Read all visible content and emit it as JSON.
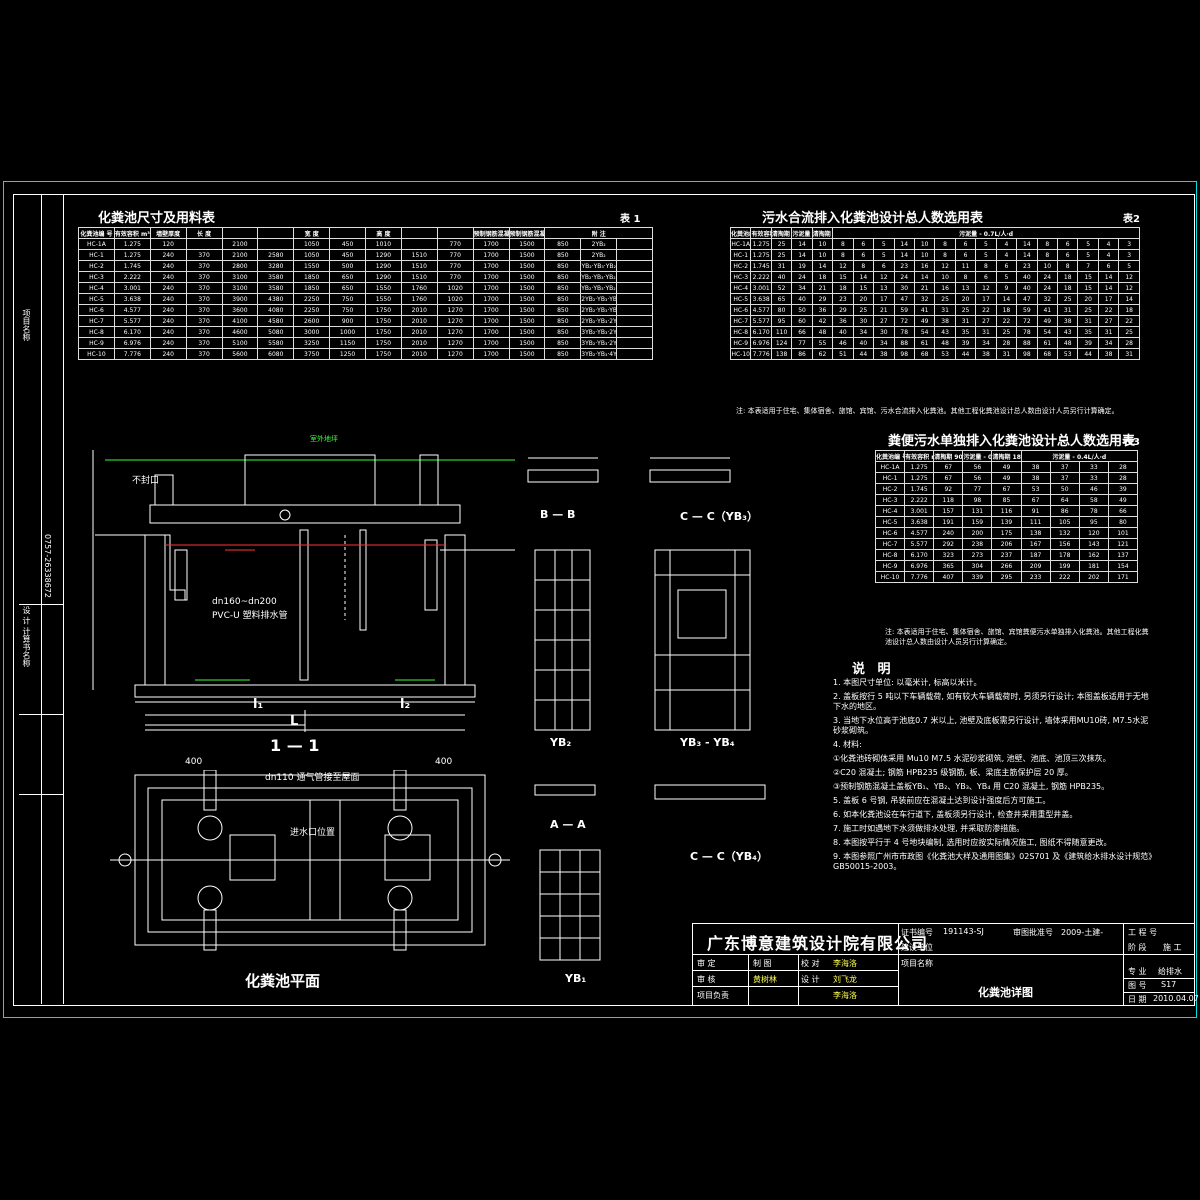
{
  "sidebar": {
    "phone": "0757-26338672",
    "label1": "项目名称",
    "label2": "设 计 计算书名称"
  },
  "tables": {
    "t1": {
      "title": "化粪池尺寸及用料表",
      "tag": "表 1",
      "headers": [
        "化粪池编 号",
        "有效容积 m³",
        "墙壁厚度",
        "长 度",
        "",
        "",
        "宽 度",
        "",
        "高 度",
        "",
        "",
        "预制钢筋混凝土盖(梁)板",
        "预制钢筋混凝土盖板排列次序(入口由出口排列)",
        "附 注"
      ],
      "rows": [
        [
          "HC-1A",
          "1.275",
          "120",
          "",
          "2100",
          "",
          "1050",
          "450",
          "1010",
          "",
          "770",
          "1700",
          "1500",
          "850",
          "2YB₂",
          ""
        ],
        [
          "HC-1",
          "1.275",
          "240",
          "370",
          "2100",
          "2580",
          "1050",
          "450",
          "1290",
          "1510",
          "770",
          "1700",
          "1500",
          "850",
          "2YB₂",
          ""
        ],
        [
          "HC-2",
          "1.745",
          "240",
          "370",
          "2800",
          "3280",
          "1550",
          "500",
          "1290",
          "1510",
          "770",
          "1700",
          "1500",
          "850",
          "YB₂·YB₃·YB₂",
          ""
        ],
        [
          "HC-3",
          "2.222",
          "240",
          "370",
          "3100",
          "3580",
          "1850",
          "650",
          "1290",
          "1510",
          "770",
          "1700",
          "1500",
          "850",
          "YB₂·YB₃·YB₂·YB₂",
          ""
        ],
        [
          "HC-4",
          "3.001",
          "240",
          "370",
          "3100",
          "3580",
          "1850",
          "650",
          "1550",
          "1760",
          "1020",
          "1700",
          "1500",
          "850",
          "YB₂·YB₃·YB₂·YB₂",
          ""
        ],
        [
          "HC-5",
          "3.638",
          "240",
          "370",
          "3900",
          "4380",
          "2250",
          "750",
          "1550",
          "1760",
          "1020",
          "1700",
          "1500",
          "850",
          "2YB₂·YB₃·YB₂·YB₂",
          ""
        ],
        [
          "HC-6",
          "4.577",
          "240",
          "370",
          "3600",
          "4080",
          "2250",
          "750",
          "1750",
          "2010",
          "1270",
          "1700",
          "1500",
          "850",
          "2YB₂·YB₃·YB₂·YB₂",
          ""
        ],
        [
          "HC-7",
          "5.577",
          "240",
          "370",
          "4100",
          "4580",
          "2600",
          "900",
          "1750",
          "2010",
          "1270",
          "1700",
          "1500",
          "850",
          "2YB₂·YB₃·2YB₂·YB₂",
          ""
        ],
        [
          "HC-8",
          "6.170",
          "240",
          "370",
          "4600",
          "5080",
          "3000",
          "1000",
          "1750",
          "2010",
          "1270",
          "1700",
          "1500",
          "850",
          "3YB₂·YB₃·2YB₂·YB₂",
          ""
        ],
        [
          "HC-9",
          "6.976",
          "240",
          "370",
          "5100",
          "5580",
          "3250",
          "1150",
          "1750",
          "2010",
          "1270",
          "1700",
          "1500",
          "850",
          "3YB₂·YB₃·2YB₂·YB₂",
          ""
        ],
        [
          "HC-10",
          "7.776",
          "240",
          "370",
          "5600",
          "6080",
          "3750",
          "1250",
          "1750",
          "2010",
          "1270",
          "1700",
          "1500",
          "850",
          "3YB₂·YB₃·4YB₂·YB₂",
          ""
        ]
      ]
    },
    "t2": {
      "title": "污水合流排入化粪池设计总人数选用表",
      "tag": "表2",
      "headers": [
        "化粪池编 号",
        "有效容积 m³",
        "清掏期 90d",
        "污泥量 - 0.7L/人·d",
        "清掏期 180d",
        "污泥量 - 0.7L/人·d"
      ],
      "rows": [
        [
          "HC-1A",
          "1.275",
          "25",
          "14",
          "10",
          "8",
          "6",
          "5",
          "14",
          "10",
          "8",
          "6",
          "5",
          "4",
          "14",
          "8",
          "6",
          "5",
          "4",
          "3"
        ],
        [
          "HC-1",
          "1.275",
          "25",
          "14",
          "10",
          "8",
          "6",
          "5",
          "14",
          "10",
          "8",
          "6",
          "5",
          "4",
          "14",
          "8",
          "6",
          "5",
          "4",
          "3"
        ],
        [
          "HC-2",
          "1.745",
          "31",
          "19",
          "14",
          "12",
          "8",
          "6",
          "23",
          "16",
          "12",
          "11",
          "8",
          "6",
          "23",
          "10",
          "8",
          "7",
          "6",
          "5"
        ],
        [
          "HC-3",
          "2.222",
          "40",
          "24",
          "18",
          "15",
          "14",
          "12",
          "24",
          "14",
          "10",
          "8",
          "6",
          "5",
          "40",
          "24",
          "18",
          "15",
          "14",
          "12"
        ],
        [
          "HC-4",
          "3.001",
          "52",
          "34",
          "21",
          "18",
          "15",
          "13",
          "30",
          "21",
          "16",
          "13",
          "12",
          "9",
          "40",
          "24",
          "18",
          "15",
          "14",
          "12"
        ],
        [
          "HC-5",
          "3.638",
          "65",
          "40",
          "29",
          "23",
          "20",
          "17",
          "47",
          "32",
          "25",
          "20",
          "17",
          "14",
          "47",
          "32",
          "25",
          "20",
          "17",
          "14"
        ],
        [
          "HC-6",
          "4.577",
          "80",
          "50",
          "36",
          "29",
          "25",
          "21",
          "59",
          "41",
          "31",
          "25",
          "22",
          "18",
          "59",
          "41",
          "31",
          "25",
          "22",
          "18"
        ],
        [
          "HC-7",
          "5.577",
          "95",
          "60",
          "42",
          "36",
          "30",
          "27",
          "72",
          "49",
          "38",
          "31",
          "27",
          "22",
          "72",
          "49",
          "38",
          "31",
          "27",
          "22"
        ],
        [
          "HC-8",
          "6.170",
          "110",
          "66",
          "48",
          "40",
          "34",
          "30",
          "78",
          "54",
          "43",
          "35",
          "31",
          "25",
          "78",
          "54",
          "43",
          "35",
          "31",
          "25"
        ],
        [
          "HC-9",
          "6.976",
          "124",
          "77",
          "55",
          "46",
          "40",
          "34",
          "88",
          "61",
          "48",
          "39",
          "34",
          "28",
          "88",
          "61",
          "48",
          "39",
          "34",
          "28"
        ],
        [
          "HC-10",
          "7.776",
          "138",
          "86",
          "62",
          "51",
          "44",
          "38",
          "98",
          "68",
          "53",
          "44",
          "38",
          "31",
          "98",
          "68",
          "53",
          "44",
          "38",
          "31"
        ]
      ],
      "note": "注: 本表适用于住宅、集体宿舍、旅馆、宾馆、污水合流排入化粪池。其他工程化粪池设计总人数由设计人员另行计算确定。"
    },
    "t3": {
      "title": "粪便污水单独排入化粪池设计总人数选用表",
      "tag": "表3",
      "headers": [
        "化粪池编 号",
        "有效容积 m³",
        "清掏期 90d",
        "污泥量 - 0.4L/人·d",
        "清掏期 180d",
        "污泥量 - 0.4L/人·d"
      ],
      "rows": [
        [
          "HC-1A",
          "1.275",
          "67",
          "56",
          "49",
          "38",
          "37",
          "33",
          "28"
        ],
        [
          "HC-1",
          "1.275",
          "67",
          "56",
          "49",
          "38",
          "37",
          "33",
          "28"
        ],
        [
          "HC-2",
          "1.745",
          "92",
          "77",
          "67",
          "53",
          "50",
          "46",
          "39"
        ],
        [
          "HC-3",
          "2.222",
          "118",
          "98",
          "85",
          "67",
          "64",
          "58",
          "49"
        ],
        [
          "HC-4",
          "3.001",
          "157",
          "131",
          "116",
          "91",
          "86",
          "78",
          "66"
        ],
        [
          "HC-5",
          "3.638",
          "191",
          "159",
          "139",
          "111",
          "105",
          "95",
          "80"
        ],
        [
          "HC-6",
          "4.577",
          "240",
          "200",
          "175",
          "138",
          "132",
          "120",
          "101"
        ],
        [
          "HC-7",
          "5.577",
          "292",
          "238",
          "206",
          "167",
          "156",
          "143",
          "121"
        ],
        [
          "HC-8",
          "6.170",
          "323",
          "273",
          "237",
          "187",
          "178",
          "162",
          "137"
        ],
        [
          "HC-9",
          "6.976",
          "365",
          "304",
          "266",
          "209",
          "199",
          "181",
          "154"
        ],
        [
          "HC-10",
          "7.776",
          "407",
          "339",
          "295",
          "233",
          "222",
          "202",
          "171"
        ]
      ],
      "note": "注: 本表适用于住宅、集体宿舍、旅馆、宾馆粪便污水单独排入化粪池。其他工程化粪池设计总人数由设计人员另行计算确定。"
    }
  },
  "drawings": {
    "section_title": "1 — 1",
    "plan_title": "化粪池平面",
    "bb": "B — B",
    "cc3": "C — C（YB₃）",
    "cc4": "C — C（YB₄）",
    "aa": "A — A",
    "yb2": "YB₂",
    "yb34": "YB₃ - YB₄",
    "yb1": "YB₁",
    "L": "L",
    "l1": "l₁",
    "l2": "l₂",
    "pipe": "dn160~dn200",
    "pipe2": "PVC-U 塑料排水管",
    "vent": "dn110 通气管接至屋面",
    "cover": "不封口",
    "grade": "室外地坪",
    "d1": "400",
    "d2": "400",
    "inlet": "进水口位置",
    "dim": "400"
  },
  "notes": {
    "heading": "说 明",
    "items": [
      "1. 本图尺寸单位: 以毫米计, 标高以米计。",
      "2. 盖板按行 5 吨以下车辆载荷, 如有较大车辆载荷时, 另须另行设计; 本图盖板适用于无地下水的地区。",
      "3. 当地下水位高于池底0.7 米以上, 池壁及底板需另行设计, 墙体采用MU10砖, M7.5水泥砂浆砌筑。",
      "4. 材料:",
      "   ①化粪池砖砌体采用 Mu10 M7.5 水泥砂浆砌筑, 池壁、池底、池顶三次抹灰。",
      "   ②C20 混凝土; 钢筋 HPB235 级钢筋, 板、梁底主筋保护层 20 厚。",
      "   ③预制钢筋混凝土盖板YB₁、YB₂、YB₃、YB₄ 用 C20 混凝土, 钢筋 HPB235。",
      "5. 盖板 6 号钢, 吊装前应在混凝土达到设计强度后方可施工。",
      "6. 如本化粪池设在车行道下, 盖板须另行设计, 检查井采用重型井盖。",
      "7. 施工时如遇地下水须做排水处理, 并采取防渗措施。",
      "8. 本图按平行于 4 号地块编制, 选用时应按实际情况施工, 图纸不得随意更改。",
      "9. 本图参照广州市市政图《化粪池大样及通用图集》02S701 及《建筑给水排水设计规范》GB50015-2003。"
    ]
  },
  "titleblock": {
    "company": "广东博意建筑设计院有限公司",
    "cert_label": "证书编号",
    "cert_no": "191143-SJ",
    "job_label": "审图批准号",
    "job_no": "2009-土建-",
    "project_label": "工 程 号",
    "stage_label": "阶 段",
    "stage": "施 工",
    "approve": "审 定",
    "check": "审 核",
    "design_lead": "校 对",
    "designer": "设 计",
    "drawer": "制 图",
    "project_lead": "项目负责",
    "name1": "黄树林",
    "name2": "李海洛",
    "name3": "刘飞龙",
    "name4": "李海洛",
    "construct_unit": "建设单位",
    "project_name": "项目名称",
    "discipline_label": "专 业",
    "discipline": "给排水",
    "sheet_label": "图 号",
    "sheet_no": "S17",
    "date_label": "日 期",
    "date": "2010.04.07",
    "title": "化粪池详图"
  }
}
